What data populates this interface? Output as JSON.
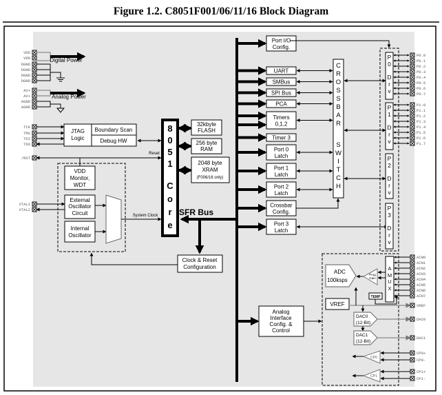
{
  "figure": {
    "title": "Figure 1.2.  C8051F001/06/11/16 Block Diagram"
  },
  "power": {
    "digital_pins": [
      "VDD",
      "VDD",
      "DGND",
      "DGND",
      "DGND",
      "DGND"
    ],
    "digital_label": "Digital Power",
    "analog_pins": [
      "AV+",
      "AV+",
      "AGND",
      "AGND"
    ],
    "analog_label": "Analog Power"
  },
  "jtag": {
    "pins": [
      "TCK",
      "TMS",
      "TDI",
      "TDO"
    ],
    "logic_label": [
      "JTAG",
      "Logic"
    ],
    "boundary_scan": "Boundary Scan",
    "debug_hw": "Debug HW"
  },
  "reset": {
    "pin": "/RST",
    "label": "Reset"
  },
  "clocking": {
    "vdd_monitor": [
      "VDD",
      "Monitor,",
      "WDT"
    ],
    "xtal_pins": [
      "XTAL1",
      "XTAL2"
    ],
    "external_osc": [
      "External",
      "Oscillator",
      "Circuit"
    ],
    "internal_osc": [
      "Internal",
      "Oscillator"
    ],
    "system_clock": "System Clock",
    "clock_reset_config": [
      "Clock & Reset",
      "Configuration"
    ]
  },
  "core": {
    "letters": [
      "8",
      "0",
      "5",
      "1",
      "C",
      "o",
      "r",
      "e"
    ],
    "sfr_bus": "SFR Bus"
  },
  "memory": {
    "flash": [
      "32kbyte",
      "FLASH"
    ],
    "ram": [
      "256 byte",
      "RAM"
    ],
    "xram": [
      "2048 byte",
      "XRAM",
      "(F006/16 only)"
    ]
  },
  "peripherals": {
    "port_io_config": [
      "Port I/O",
      "Config."
    ],
    "uart": "UART",
    "smbus": "SMBus",
    "spi": "SPI Bus",
    "pca": "PCA",
    "timers": [
      "Timers",
      "0,1,2"
    ],
    "timer3": "Timer 3",
    "port0_latch": [
      "Port 0",
      "Latch"
    ],
    "port1_latch": [
      "Port 1",
      "Latch"
    ],
    "port2_latch": [
      "Port 2",
      "Latch"
    ],
    "crossbar_config": [
      "Crossbar",
      "Config."
    ],
    "port3_latch": [
      "Port 3",
      "Latch"
    ]
  },
  "crossbar": {
    "letters": [
      "C",
      "R",
      "O",
      "S",
      "S",
      "B",
      "A",
      "R",
      "",
      "S",
      "W",
      "I",
      "T",
      "C",
      "H"
    ]
  },
  "port_drivers": [
    {
      "letters": [
        "P",
        "0",
        "",
        "D",
        "r",
        "v"
      ]
    },
    {
      "letters": [
        "P",
        "1",
        "",
        "D",
        "r",
        "v"
      ]
    },
    {
      "letters": [
        "P",
        "2",
        "",
        "D",
        "r",
        "v"
      ]
    },
    {
      "letters": [
        "P",
        "3",
        "",
        "D",
        "r",
        "v"
      ]
    }
  ],
  "port_pins": {
    "p0": [
      "P0.0",
      "P0.1",
      "P0.2",
      "P0.3",
      "P0.4",
      "P0.5",
      "P0.6",
      "P0.7"
    ],
    "p1": [
      "P1.0",
      "P1.1",
      "P1.2",
      "P1.3",
      "P1.4",
      "P1.5",
      "P1.6",
      "P1.7"
    ]
  },
  "analog": {
    "interface_config": [
      "Analog",
      "Interface",
      "Config. &",
      "Control"
    ],
    "adc": [
      "ADC",
      "100ksps"
    ],
    "prog_gain": [
      "Prog",
      "Gain"
    ],
    "amux_letters": [
      "A",
      "M",
      "U",
      "X"
    ],
    "temp": "TEMP",
    "vref": "VREF",
    "dac0": [
      "DAC0",
      "(12-Bit)"
    ],
    "dac1": [
      "DAC1",
      "(12-Bit)"
    ],
    "cp0": "CP0",
    "cp1": "CP1",
    "ain_pins": [
      "AIN0",
      "AIN1",
      "AIN2",
      "AIN3",
      "AIN4",
      "AIN5",
      "AIN6",
      "AIN7"
    ],
    "out_pins": [
      "VREF",
      "DAC0",
      "DAC1"
    ],
    "cp_pins": [
      "CP0+",
      "CP0-",
      "CP1+",
      "CP1-"
    ]
  }
}
